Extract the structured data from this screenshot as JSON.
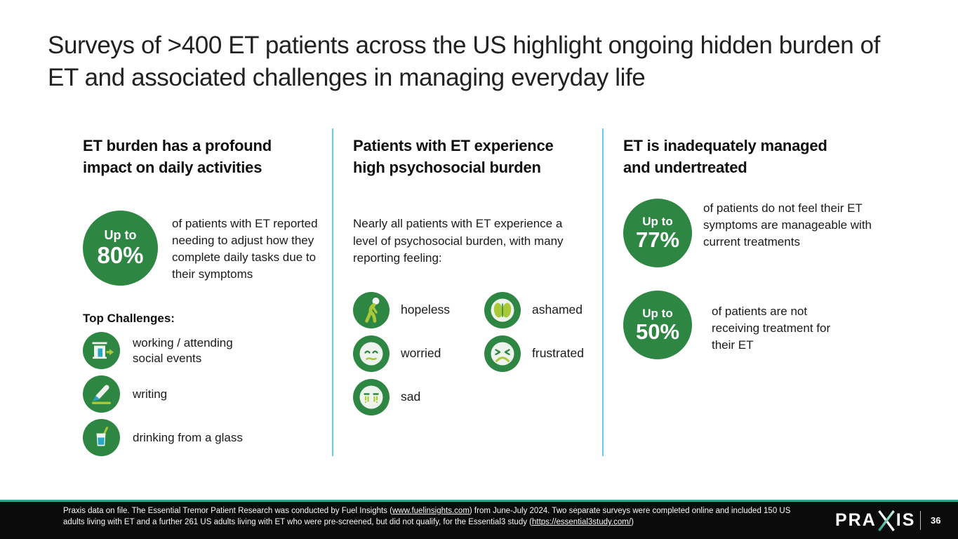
{
  "slide": {
    "title": "Surveys of >400 ET patients across the US highlight ongoing hidden burden of ET and associated challenges in managing everyday life"
  },
  "columns": [
    {
      "heading": "ET burden has a profound impact on daily activities",
      "stat": {
        "prefix": "Up to",
        "value": "80%",
        "description": "of patients with ET reported needing to adjust how they complete daily tasks due to their symptoms"
      },
      "challenges_title": "Top Challenges:",
      "challenges": [
        {
          "icon": "storefront-arrow-icon",
          "label": "working / attending social events"
        },
        {
          "icon": "pencil-icon",
          "label": "writing"
        },
        {
          "icon": "drinking-glass-icon",
          "label": "drinking from a glass"
        }
      ]
    },
    {
      "heading": "Patients with ET experience high psychosocial burden",
      "intro": "Nearly all patients with ET experience a level of psychosocial burden, with many reporting feeling:",
      "feelings": [
        {
          "icon": "hopeless-person-icon",
          "label": "hopeless"
        },
        {
          "icon": "ashamed-face-icon",
          "label": "ashamed"
        },
        {
          "icon": "worried-face-icon",
          "label": "worried"
        },
        {
          "icon": "frustrated-face-icon",
          "label": "frustrated"
        },
        {
          "icon": "sad-face-icon",
          "label": "sad"
        }
      ]
    },
    {
      "heading": "ET is inadequately managed and undertreated",
      "stats": [
        {
          "prefix": "Up to",
          "value": "77%",
          "description": "of patients do not feel their ET symptoms are manageable with current treatments"
        },
        {
          "prefix": "Up to",
          "value": "50%",
          "description": "of patients are not receiving treatment for their ET"
        }
      ]
    }
  ],
  "footer": {
    "text_part1": "Praxis data on file. The Essential Tremor Patient Research was conducted by Fuel Insights (",
    "link1": "www.fuelinsights.com",
    "text_part2": ") from June-July 2024. Two separate surveys were completed online and included 150 US adults living with ET and a further 261 US adults living with ET who were pre-screened, but did not qualify, for the Essential3 study (",
    "link2": "https://essential3study.com/",
    "text_part3": ")",
    "logo_pra": "PRA",
    "logo_is": "IS",
    "page_number": "36"
  },
  "colors": {
    "brand_green": "#2e8643",
    "lime_accent": "#a9c938",
    "teal_accent": "#2aa7c5",
    "divider_cyan": "#67cfe9",
    "footer_teal": "#2ea78e",
    "footer_bg": "#0b0b0b"
  }
}
